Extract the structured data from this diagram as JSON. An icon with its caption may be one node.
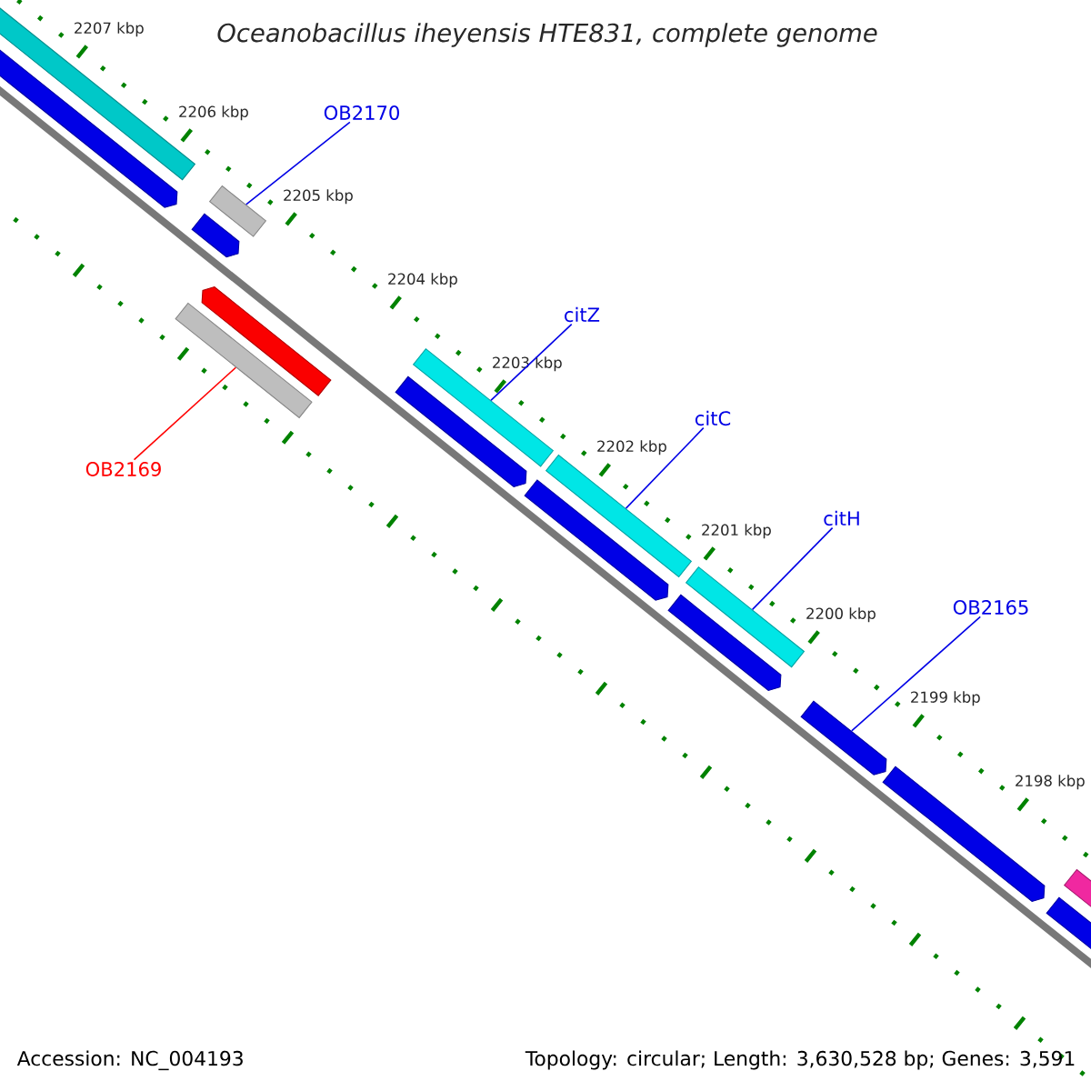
{
  "diagram": {
    "title": "Oceanobacillus iheyensis HTE831, complete genome",
    "nodes": [
      {
        "text": [
          "OB2170"
        ]
      },
      {
        "text": [
          "OB2169"
        ]
      },
      {
        "text": [
          "citZ"
        ]
      },
      {
        "text": [
          "citC"
        ]
      },
      {
        "text": [
          "citH"
        ]
      },
      {
        "text": [
          "OB2165"
        ]
      },
      {
        "text": [],
        "shape": "bar"
      },
      {
        "text": [],
        "shape": "bar"
      },
      {
        "text": [],
        "shape": "bar"
      },
      {
        "text": [],
        "shape": "bar"
      },
      {
        "text": [],
        "shape": "bar"
      },
      {
        "text": [],
        "shape": "arrow"
      }
    ],
    "edges": [
      {
        "from": 0,
        "to": 6,
        "arrow": "none"
      },
      {
        "from": 1,
        "to": 7,
        "arrow": "none",
        "color": "#ff0000"
      },
      {
        "from": 2,
        "to": 8,
        "arrow": "none"
      },
      {
        "from": 3,
        "to": 9,
        "arrow": "none"
      },
      {
        "from": 4,
        "to": 10,
        "arrow": "none"
      },
      {
        "from": 5,
        "to": 11,
        "arrow": "none"
      }
    ],
    "labels": [
      "2207 kbp",
      "2206 kbp",
      "2205 kbp",
      "2204 kbp",
      "2203 kbp",
      "2202 kbp",
      "2201 kbp",
      "2200 kbp",
      "2199 kbp",
      "2198 kbp",
      "Accession: NC_004193",
      "Topology: circular; Length: 3,630,528 bp; Genes: 3,591"
    ]
  }
}
